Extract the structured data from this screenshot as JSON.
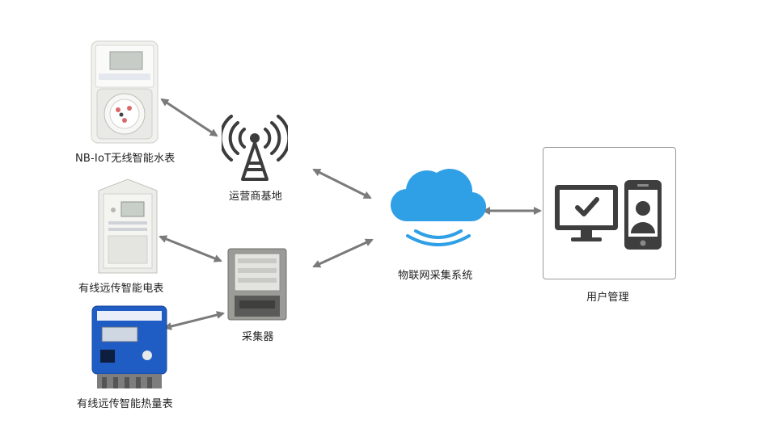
{
  "nodes": {
    "water_meter": "NB-IoT无线智能水表",
    "electric_meter": "有线远传智能电表",
    "heat_meter": "有线远传智能热量表",
    "tower": "运营商基地",
    "collector": "采集器",
    "cloud": "物联网采集系统",
    "user_mgmt": "用户管理"
  },
  "colors": {
    "arrow": "#7a7a7a",
    "tower": "#3c3c3c",
    "cloud": "#2f9fe6",
    "panel_border": "#9a9a9a",
    "device_dark": "#4a4a4a",
    "heat_meter_blue": "#1f5cc4"
  }
}
